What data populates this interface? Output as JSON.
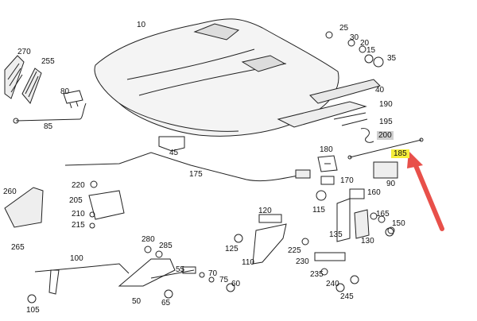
{
  "diagram": {
    "highlight_colors": {
      "grey": "#cfcfcf",
      "yellow": "#f5ee3a",
      "arrow": "#e8504a"
    },
    "labels": {
      "p10": "10",
      "p25": "25",
      "p30": "30",
      "p20": "20",
      "p15": "15",
      "p35": "35",
      "p270": "270",
      "p255": "255",
      "p40": "40",
      "p80": "80",
      "p190": "190",
      "p85": "85",
      "p195": "195",
      "p200": "200",
      "p45": "45",
      "p180": "180",
      "p185": "185",
      "p175": "175",
      "p170": "170",
      "p160": "160",
      "p220": "220",
      "p90": "90",
      "p260": "260",
      "p205": "205",
      "p115": "115",
      "p210": "210",
      "p120": "120",
      "p165": "165",
      "p215": "215",
      "p150": "150",
      "p135": "135",
      "p280": "280",
      "p130": "130",
      "p265": "265",
      "p285": "285",
      "p125": "125",
      "p225": "225",
      "p110": "110",
      "p230": "230",
      "p100": "100",
      "p55": "55",
      "p235": "235",
      "p70": "70",
      "p75": "75",
      "p240": "240",
      "p60": "60",
      "p50": "50",
      "p65": "65",
      "p245": "245",
      "p105": "105"
    }
  }
}
